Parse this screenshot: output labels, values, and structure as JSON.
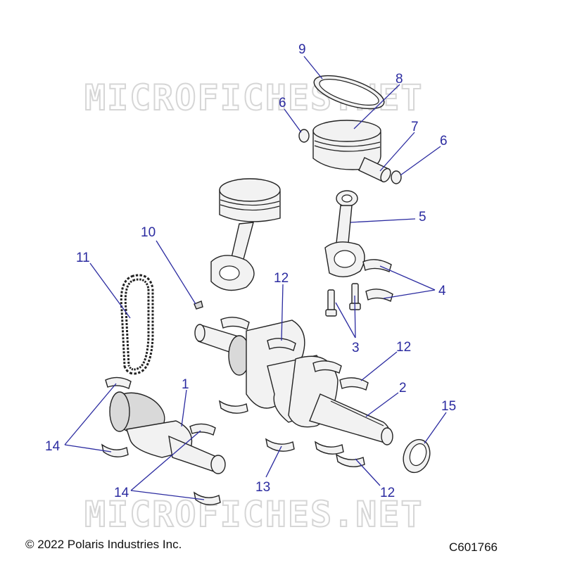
{
  "watermark": "MICROFICHES.NET",
  "footer": {
    "copyright": "© 2022 Polaris Industries Inc.",
    "figure_code": "C601766"
  },
  "callouts": {
    "c1": "1",
    "c2": "2",
    "c3": "3",
    "c4": "4",
    "c5": "5",
    "c6a": "6",
    "c6b": "6",
    "c7": "7",
    "c8": "8",
    "c9": "9",
    "c10": "10",
    "c11": "11",
    "c12a": "12",
    "c12b": "12",
    "c12c": "12",
    "c13": "13",
    "c14a": "14",
    "c14b": "14",
    "c15": "15"
  },
  "colors": {
    "callout": "#2b2ba0",
    "watermark": "#d6d6d6",
    "line_art": "#222222"
  }
}
